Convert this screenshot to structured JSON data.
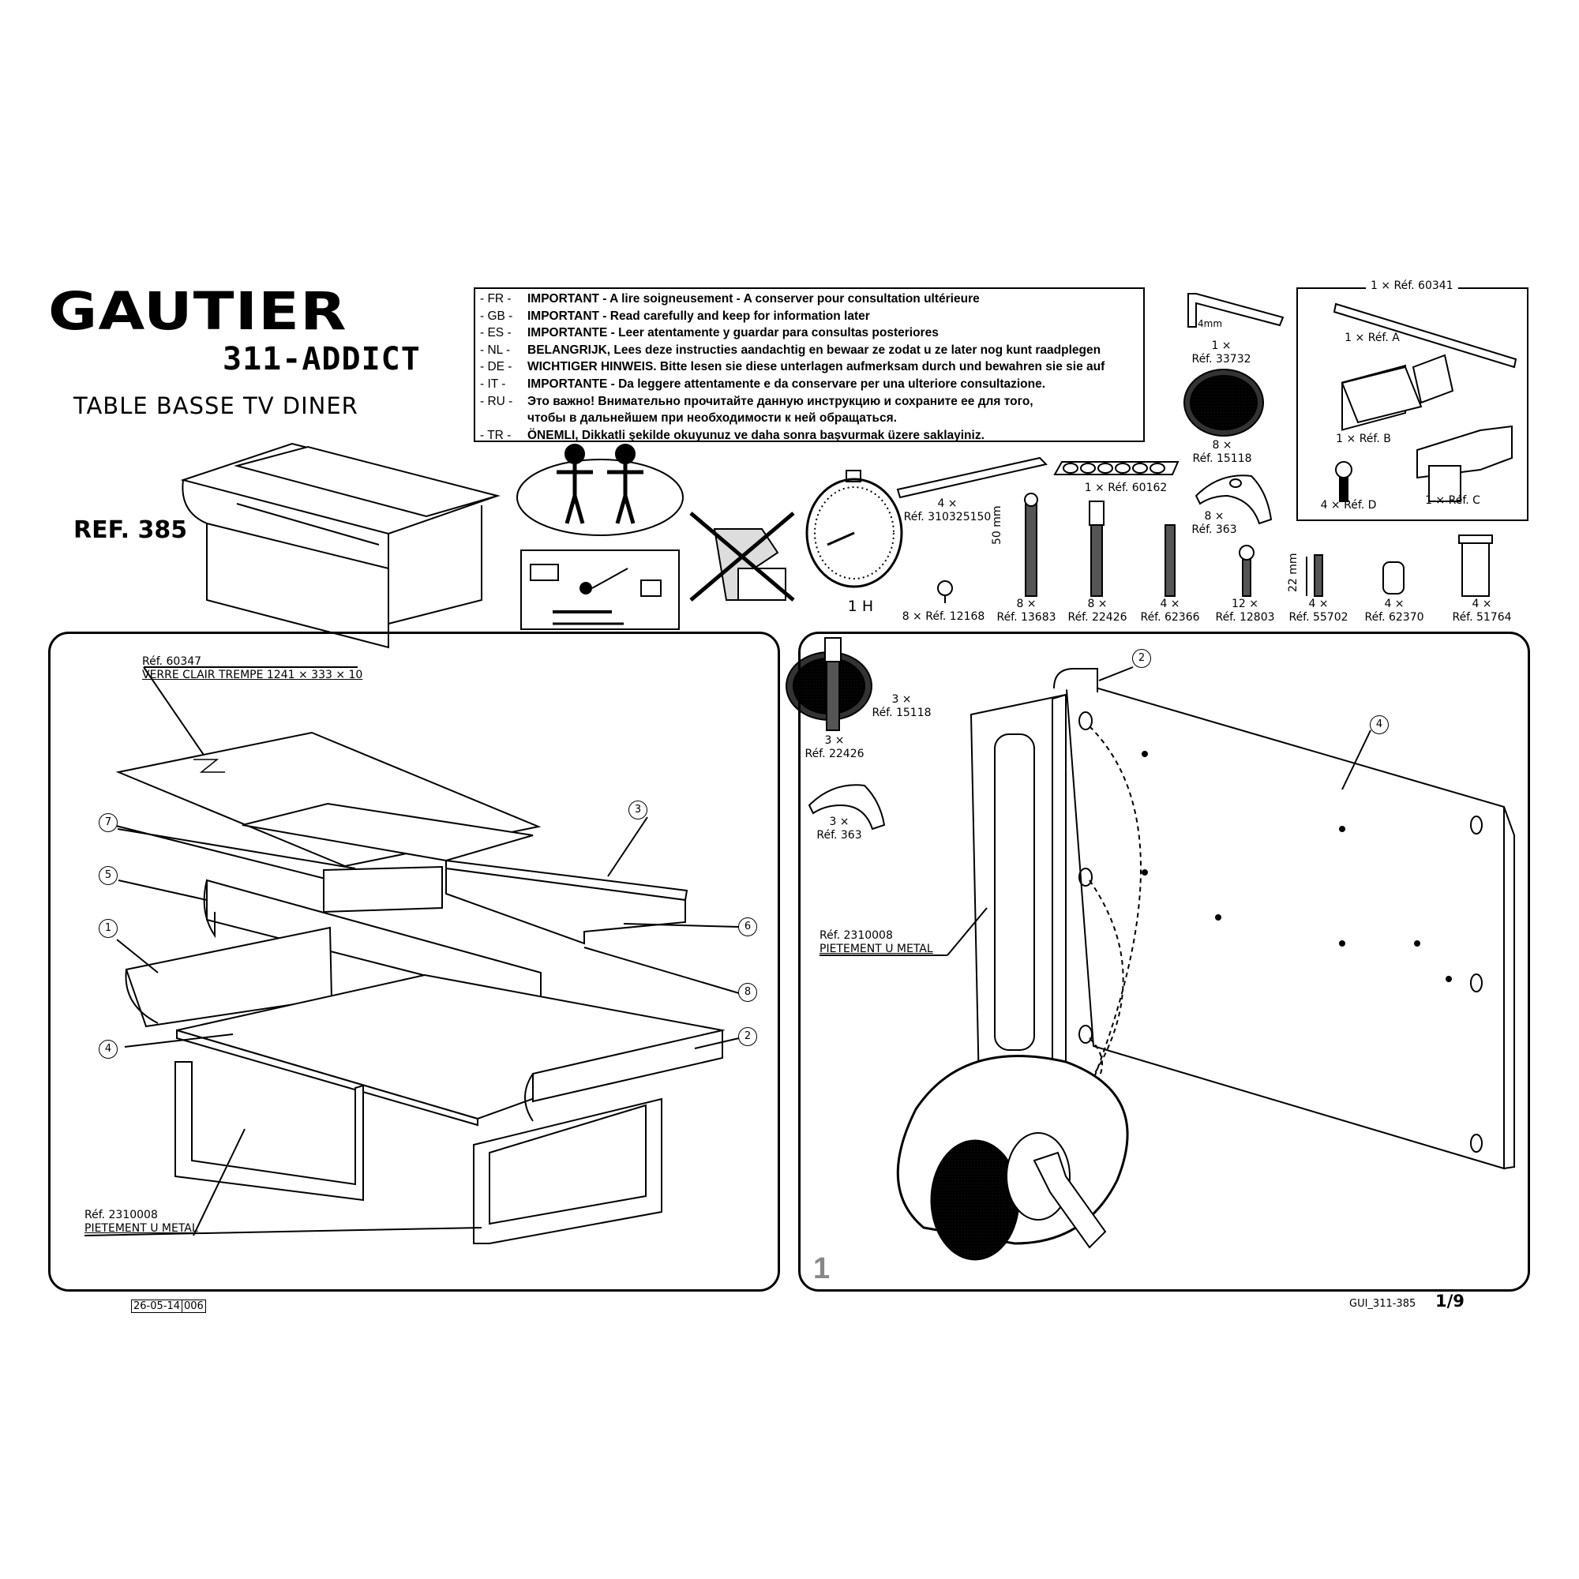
{
  "header": {
    "brand": "GAUTIER",
    "model": "311-ADDICT",
    "product_name": "TABLE BASSE TV DINER",
    "reference": "REF. 385"
  },
  "warnings": [
    {
      "code": "- FR -",
      "text": "IMPORTANT - A lire soigneusement - A conserver pour consultation ultérieure"
    },
    {
      "code": "- GB -",
      "text": "IMPORTANT - Read carefully and keep for information later"
    },
    {
      "code": "- ES -",
      "text": "IMPORTANTE - Leer atentamente y guardar para consultas posteriores"
    },
    {
      "code": "- NL -",
      "text": "BELANGRIJK, Lees deze instructies aandachtig en bewaar ze zodat u ze later nog kunt raadplegen"
    },
    {
      "code": "- DE -",
      "text": "WICHTIGER HINWEIS. Bitte lesen sie diese unterlagen aufmerksam durch und bewahren sie sie auf"
    },
    {
      "code": "-  IT  -",
      "text": "IMPORTANTE - Da leggere attentamente e da conservare per una ulteriore consultazione."
    },
    {
      "code": "- RU -",
      "text": "Это важно! Внимательно прочитайте данную инструкцию и сохраните ее для того,"
    },
    {
      "code": "",
      "text": "чтобы в дальнейшем при необходимости к ней обращаться."
    },
    {
      "code": "- TR -",
      "text": "ÖNEMLI, Dikkatli şekilde okuyunuz ve daha sonra başvurmak üzere saklayiniz."
    }
  ],
  "assembly_time": "1 H",
  "hardware": {
    "hex_key": {
      "size": "4mm",
      "qty": "1 ×",
      "ref": "Réf. 33732"
    },
    "cover_cap": {
      "qty": "8 ×",
      "ref": "Réf. 15118"
    },
    "cap_clip": {
      "qty": "8 ×",
      "ref": "Réf. 363"
    },
    "strip": {
      "qty": "4 ×",
      "ref": "Réf. 310325150"
    },
    "pad_sheet": {
      "label": "1 × Réf. 60162"
    },
    "kit": {
      "title": "1 × Réf. 60341",
      "items": [
        "1 × Réf. A",
        "1 × Réf. B",
        "4 × Réf. D",
        "1 × Réf. C"
      ]
    },
    "screw_row": [
      {
        "qty": "",
        "ref": "8 × Réf. 12168"
      },
      {
        "qty": "8 ×",
        "ref": "Réf. 13683"
      },
      {
        "qty": "8 ×",
        "ref": "Réf. 22426"
      },
      {
        "qty": "4 ×",
        "ref": "Réf. 62366"
      },
      {
        "qty": "12 ×",
        "ref": "Réf. 12803"
      },
      {
        "qty": "4 ×",
        "ref": "Réf. 55702"
      },
      {
        "qty": "4 ×",
        "ref": "Réf. 62370"
      },
      {
        "qty": "4 ×",
        "ref": "Réf. 51764"
      }
    ],
    "dim_50": "50 mm",
    "dim_22": "22 mm"
  },
  "left_panel": {
    "glass_ref": "Réf. 60347",
    "glass_desc": "VERRE CLAIR TREMPE 1241 × 333 × 10",
    "leg_ref": "Réf. 2310008",
    "leg_desc": "PIETEMENT U METAL",
    "callouts": [
      "7",
      "5",
      "1",
      "4",
      "3",
      "6",
      "8",
      "2"
    ]
  },
  "right_panel": {
    "step": "1",
    "parts": [
      {
        "qty": "3 ×",
        "ref": "Réf. 22426"
      },
      {
        "qty": "3 ×",
        "ref": "Réf. 15118"
      },
      {
        "qty": "3 ×",
        "ref": "Réf. 363"
      }
    ],
    "leg_ref": "Réf. 2310008",
    "leg_desc": "PIETEMENT U METAL",
    "callouts": [
      "2",
      "4"
    ]
  },
  "footer": {
    "date": "26-05-14",
    "revision": "006",
    "doc_code": "GUI_311-385",
    "page": "1/9"
  }
}
